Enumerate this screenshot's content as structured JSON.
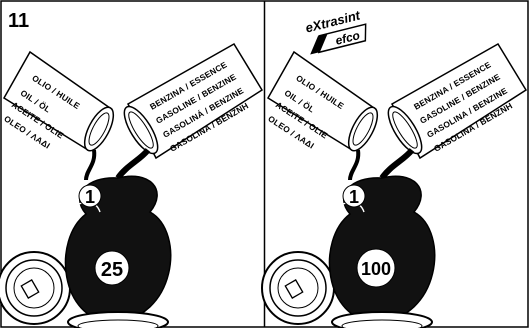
{
  "figure_number": "11",
  "left_panel": {
    "oil_labels": [
      "OLIO / HUILE",
      "OIL / ÖL",
      "ACEITE / OLIE",
      "OLEO / ΛΑΔΙ"
    ],
    "fuel_labels": [
      "BENZINA  /  ESSENCE",
      "GASOLINE / BENZINE",
      "GASOLINÁ / BENZINE",
      "GASOLINA / BENZNH"
    ],
    "oil_part": "1",
    "fuel_part": "25"
  },
  "right_panel": {
    "brand_line1": "eXtrasint",
    "brand_line2": "efco",
    "oil_labels": [
      "OLIO / HUILE",
      "OIL / ÖL",
      "ACEITE / OLIE",
      "OLEO / ΛΑΔΙ"
    ],
    "fuel_labels": [
      "BENZINA  /  ESSENCE",
      "GASOLINE / BENZINE",
      "GASOLINA / BENZINE",
      "GASOLINA / BENZNH"
    ],
    "oil_part": "1",
    "fuel_part": "100"
  },
  "colors": {
    "ink": "#000000",
    "paper": "#ffffff",
    "shade": "#1a1a1a"
  }
}
